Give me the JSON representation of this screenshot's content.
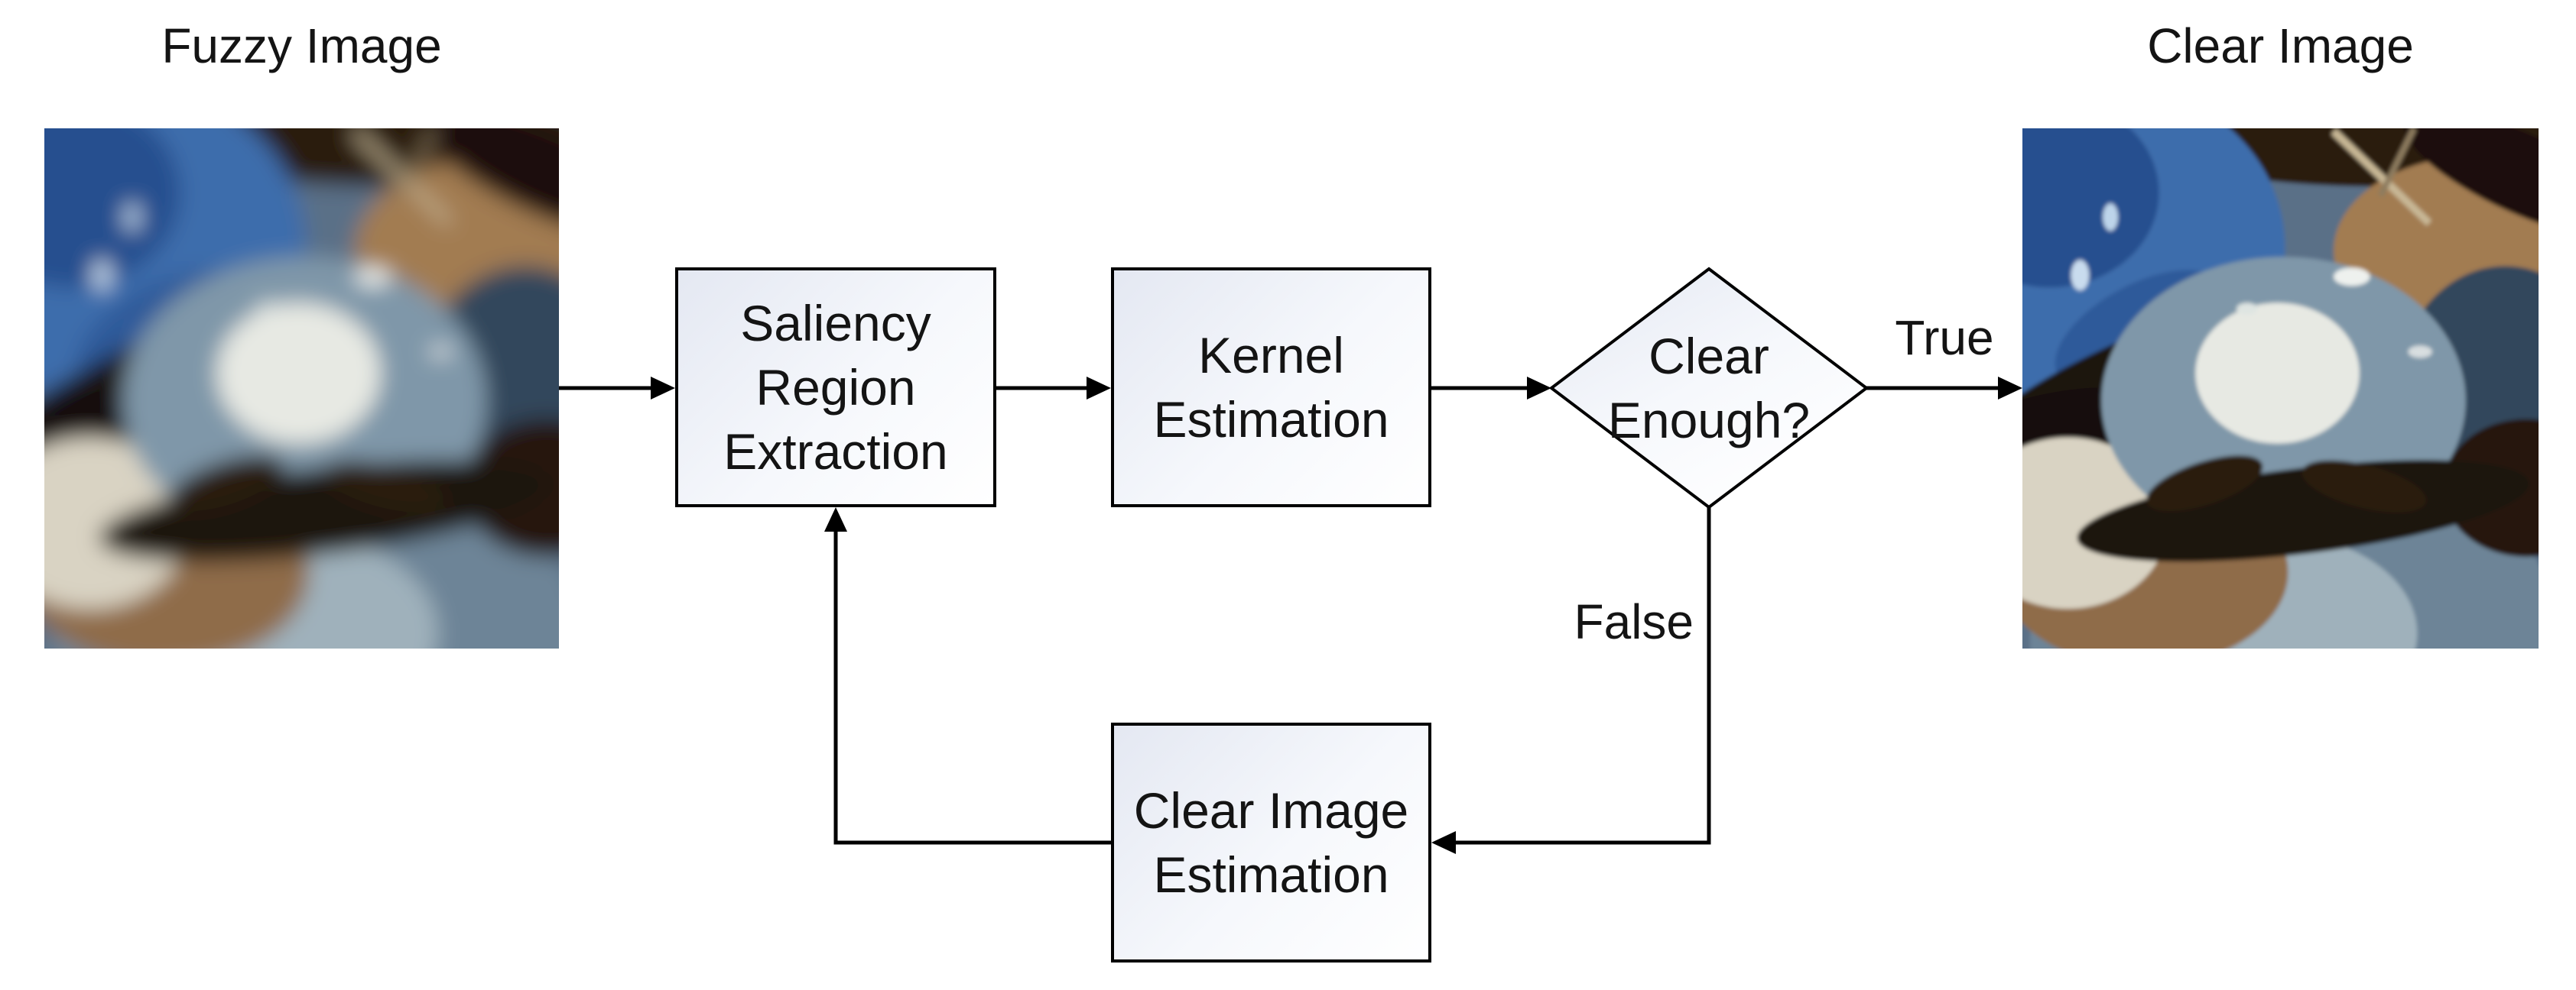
{
  "labels": {
    "fuzzy_image": "Fuzzy Image",
    "clear_image": "Clear Image",
    "branch_true": "True",
    "branch_false": "False"
  },
  "nodes": {
    "saliency": {
      "lines": [
        "Saliency",
        "Region",
        "Extraction"
      ]
    },
    "kernel": {
      "lines": [
        "Kernel",
        "Estimation"
      ]
    },
    "decision": {
      "lines": [
        "Clear",
        "Enough?"
      ]
    },
    "clear_estimation": {
      "lines": [
        "Clear Image",
        "Estimation"
      ]
    }
  },
  "colors": {
    "background": "#ffffff",
    "node_border": "#000000",
    "node_fill_start": "#e4e8f2",
    "node_fill_end": "#ffffff",
    "arrow": "#000000",
    "text": "#141414"
  }
}
